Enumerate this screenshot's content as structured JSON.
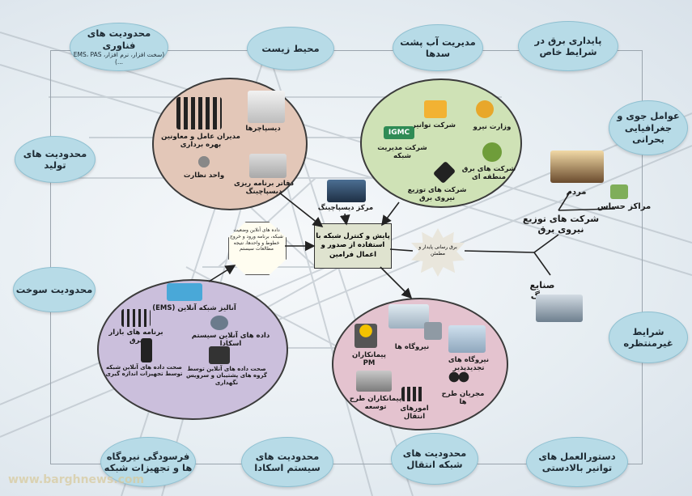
{
  "clouds": {
    "tech": {
      "title": "محدودیت های فناوری",
      "sub": "(سخت افزار، نرم افزار، EMS، PAS ...)"
    },
    "environment": "محیط زیست",
    "dams": "مدیریت آب پشت سدها",
    "stability": "پایداری برق در شرایط خاص",
    "weather": "عوامل جوی و جغرافیایی بحرانی",
    "generation": "محدودیت های تولید",
    "fuel": "محدودیت سوخت",
    "unexpected": "شرایط غیرمنتظره",
    "aging": "فرسودگی نیروگاه ها و تجهیزات شبکه",
    "scada": "محدودیت های سیستم اسکادا",
    "transmission": "محدودیت های شبکه انتقال",
    "upstream": "دستورالعمل های توانیر بالادستی"
  },
  "brown_cluster": {
    "dispatchers": "دیسپاچرها",
    "managers": "مدیران عامل و معاونین بهره برداری",
    "supervision": "واحد نظارت",
    "planning": "دفاتر برنامه ریزی دیسپاچینگ"
  },
  "green_cluster": {
    "tavanir": "شرکت توانیر",
    "ministry": "وزارت نیرو",
    "igmc_logo": "IGMC",
    "igmc": "شرکت مدیریت شبکه",
    "regional": "شرکت های برق منطقه ای",
    "distribution": "شرکت های توزیع نیروی برق"
  },
  "purple_cluster": {
    "ems": "آنالیز شبکه آنلاین (EMS)",
    "market": "برنامه های بازار برق",
    "scada_data": "داده های آنلاین سیستم اسکادا",
    "meters": "صحت داده های آنلاین شبکه توسط تجهیزات اندازه گیری",
    "protection": "صحت داده های آنلاین توسط گروه های پشتیبان و سرویس نگهداری"
  },
  "pink_cluster": {
    "plants": "نیروگاه ها",
    "pm": "پیمانکاران PM",
    "renewables": "نیروگاه های تجدیدپذیر",
    "contractors": "پیمانکاران طرح توسعه",
    "transmission_affairs": "امورهای انتقال",
    "executors": "مجریان طرح ها"
  },
  "center": {
    "dispatch_center": "مرکز دیسپاچینگ",
    "control": "پایش و کنترل شبکه با استفاده از صدور و اعمال فرامین",
    "octagon": "داده های آنلاین وضعیت شبکه، برنامه ورود و خروج خطوط و واحدها، نتیجه مطالعات سیستم",
    "star": "برق رسانی پایدار و مطمئن"
  },
  "consumers": {
    "people": "مردم",
    "sensitive": "مراکز حساس",
    "distribution_cos": "شرکت های توزیع نیروی برق",
    "industry": "صنایع بزرگ"
  },
  "watermark": "www.barghnews.com"
}
